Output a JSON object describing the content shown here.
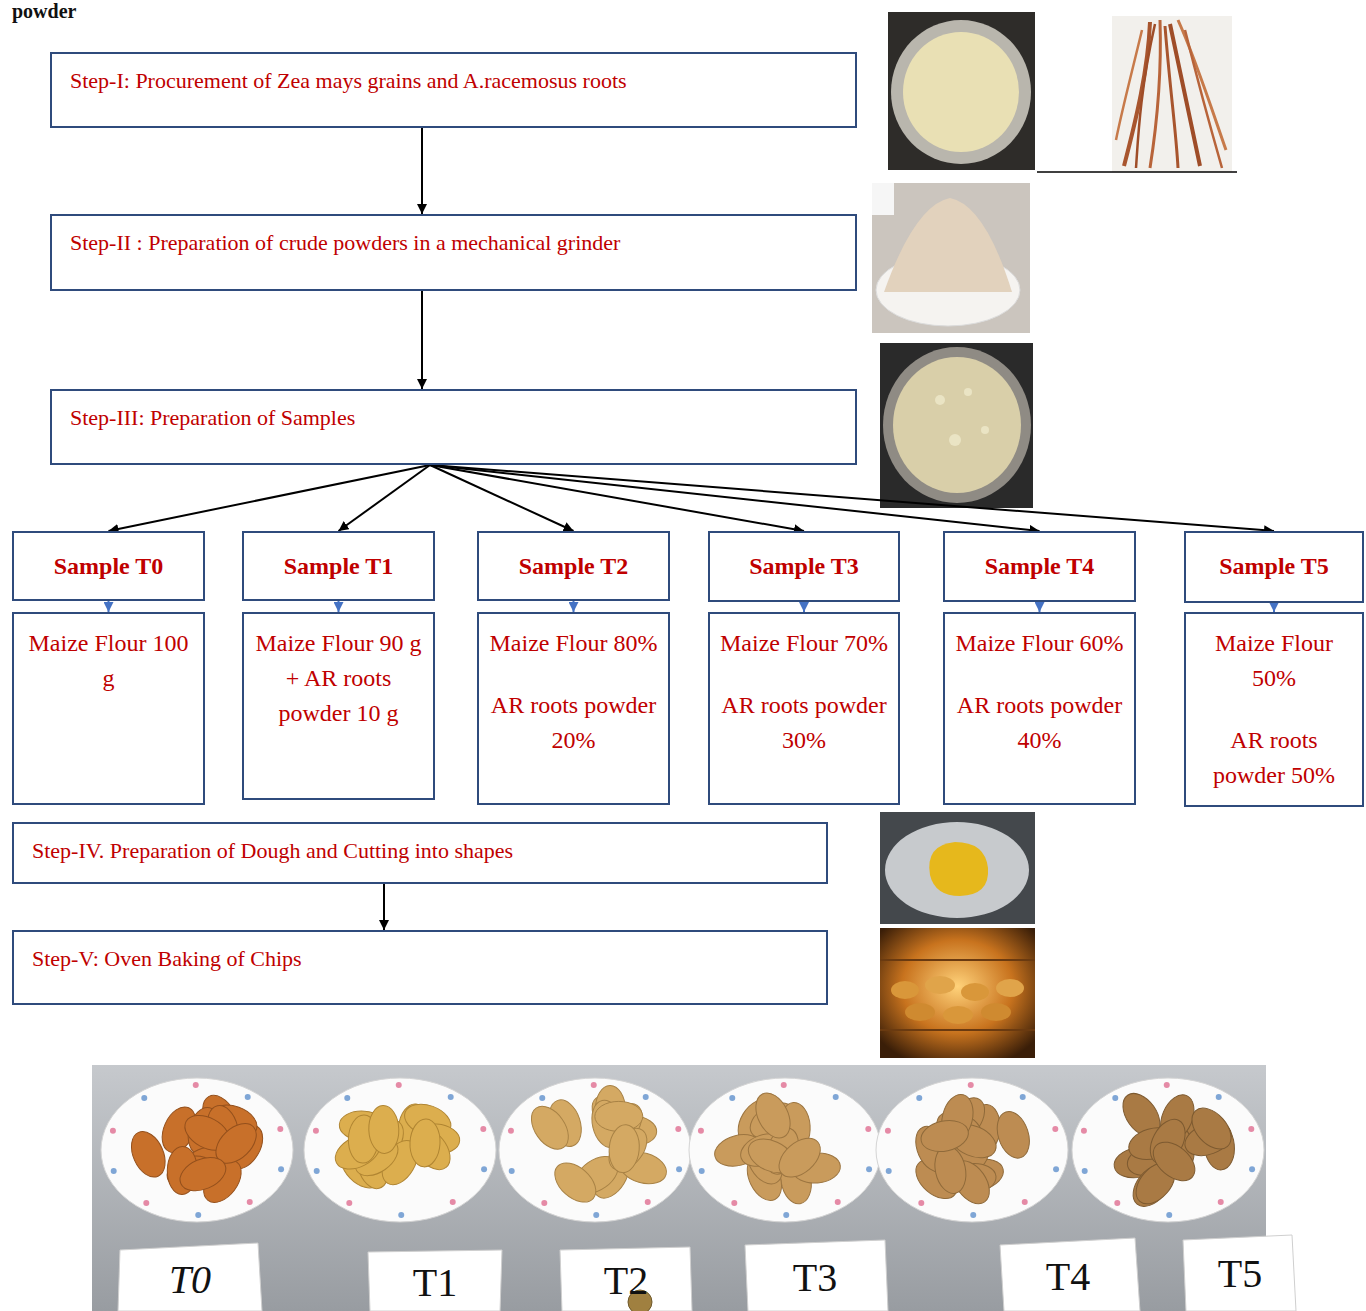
{
  "diagram": {
    "nodes": [
      {
        "text": [
          "Step-I: Procurement of Zea mays grains and A.racemosus roots"
        ]
      },
      {
        "text": [
          "Step-II : Preparation of crude powders in a mechanical grinder"
        ]
      },
      {
        "text": [
          "Step-III: Preparation of Samples"
        ]
      },
      {
        "text": [
          "Sample T0"
        ]
      },
      {
        "text": [
          "Sample T1"
        ]
      },
      {
        "text": [
          "Sample T2"
        ]
      },
      {
        "text": [
          "Sample T3"
        ]
      },
      {
        "text": [
          "Sample T4"
        ]
      },
      {
        "text": [
          "Sample T5"
        ]
      },
      {
        "text": [
          "Maize Flour 100 g"
        ]
      },
      {
        "text": [
          "Maize Flour 90 g + AR roots powder 10 g"
        ]
      },
      {
        "text": [
          "Maize Flour 80%",
          "AR roots powder 20%"
        ]
      },
      {
        "text": [
          "Maize Flour 70%",
          "AR roots powder 30%"
        ]
      },
      {
        "text": [
          "Maize Flour 60%",
          "AR roots powder 40%"
        ]
      },
      {
        "text": [
          "Maize Flour 50%",
          "AR roots powder 50%"
        ]
      },
      {
        "text": [
          "Step-IV. Preparation of Dough and Cutting into shapes"
        ]
      },
      {
        "text": [
          "Step-V: Oven Baking of Chips"
        ]
      }
    ],
    "edges": [
      {
        "from": 0,
        "to": 1,
        "arrow": "to"
      },
      {
        "from": 1,
        "to": 2,
        "arrow": "to"
      },
      {
        "from": 2,
        "to": 3,
        "arrow": "to"
      },
      {
        "from": 2,
        "to": 4,
        "arrow": "to"
      },
      {
        "from": 2,
        "to": 5,
        "arrow": "to"
      },
      {
        "from": 2,
        "to": 6,
        "arrow": "to"
      },
      {
        "from": 2,
        "to": 7,
        "arrow": "to"
      },
      {
        "from": 2,
        "to": 8,
        "arrow": "to"
      },
      {
        "from": 3,
        "to": 9,
        "arrow": "to"
      },
      {
        "from": 4,
        "to": 10,
        "arrow": "to"
      },
      {
        "from": 5,
        "to": 11,
        "arrow": "to"
      },
      {
        "from": 6,
        "to": 12,
        "arrow": "to"
      },
      {
        "from": 7,
        "to": 13,
        "arrow": "to"
      },
      {
        "from": 8,
        "to": 14,
        "arrow": "to"
      },
      {
        "from": 15,
        "to": 16,
        "arrow": "to"
      }
    ],
    "labels": [
      "powder",
      "T0",
      "T1",
      "T2",
      "T3",
      "T4",
      "T5"
    ]
  }
}
